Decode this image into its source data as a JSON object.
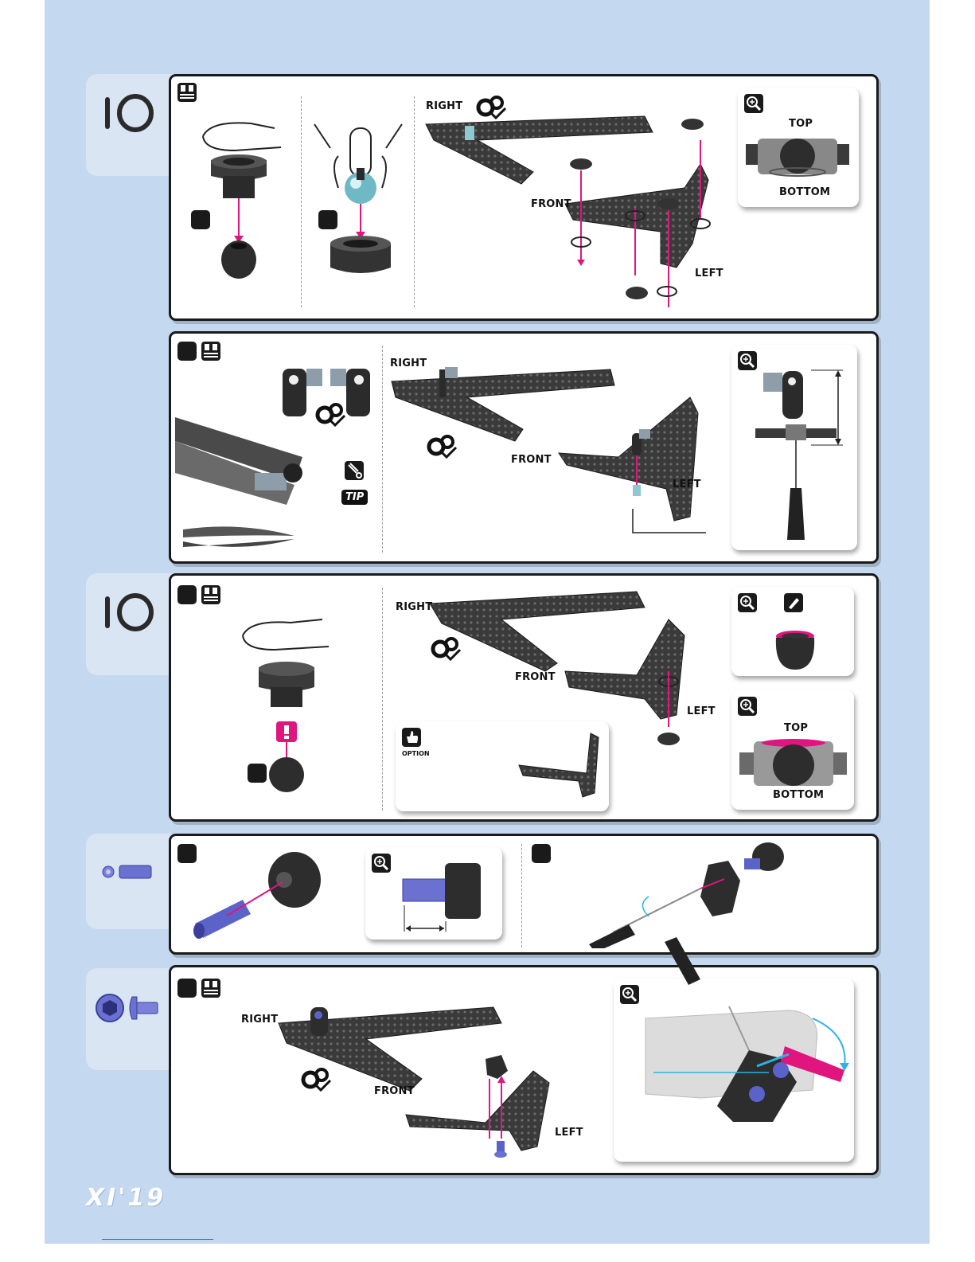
{
  "brand": {
    "logo": "XI'19"
  },
  "labels": {
    "right": "RIGHT",
    "left": "LEFT",
    "front": "FRONT",
    "top": "TOP",
    "bottom": "BOTTOM",
    "tip": "TIP",
    "option": "OPTION"
  },
  "icons": {
    "lr": "left-equals-right-icon",
    "zoom": "magnifier-zoom-icon",
    "assembly": "gears-check-icon",
    "pliers": "pliers-tool-icon",
    "option": "thumbs-up-option-icon",
    "warning": "exclamation-warning-icon",
    "oring": "o-ring-part-icon",
    "bushing": "bushing-pin-part-icon",
    "screw": "button-head-screw-part-icon"
  },
  "colors": {
    "background": "#c4d8ef",
    "panel_border": "#1a1a1a",
    "accent_magenta": "#e0157e",
    "accent_cyan": "#2ab3e6",
    "part_blue": "#5b63c9"
  }
}
